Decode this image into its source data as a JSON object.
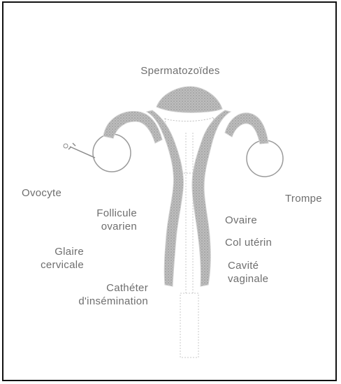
{
  "diagram": {
    "labels": {
      "spermatozoa": "Spermatozoïdes",
      "ovocyte": "Ovocyte",
      "trompe": "Trompe",
      "follicule_line1": "Follicule",
      "follicule_line2": "ovarien",
      "ovaire": "Ovaire",
      "col_uterin": "Col utérin",
      "glaire_line1": "Glaire",
      "glaire_line2": "cervicale",
      "cavite_line1": "Cavité",
      "cavite_line2": "vaginale",
      "catheter_line1": "Cathéter",
      "catheter_line2": "d'insémination"
    },
    "colors": {
      "tissue": "#a9a9a9",
      "outline": "#cfcfcf",
      "text": "#6e6e6e",
      "border": "#111111"
    }
  }
}
